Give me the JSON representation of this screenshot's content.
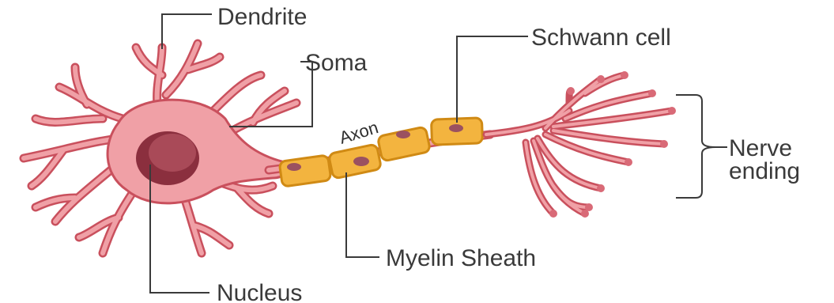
{
  "diagram": {
    "labels": {
      "dendrite": "Dendrite",
      "soma": "Soma",
      "schwann_cell": "Schwann cell",
      "axon": "Axon",
      "nerve_ending_line1": "Nerve",
      "nerve_ending_line2": "ending",
      "myelin_sheath": "Myelin Sheath",
      "nucleus": "Nucleus"
    },
    "colors": {
      "cell_body": "#f0a0a6",
      "cell_outline": "#c9505d",
      "nucleus": "#8b2f3e",
      "nucleus_highlight": "#a94a58",
      "sheath": "#f3b43f",
      "sheath_outline": "#d08a14",
      "sheath_nucleus": "#9b5160",
      "bulb": "#d96a77",
      "leader": "#3a3a3a"
    }
  }
}
